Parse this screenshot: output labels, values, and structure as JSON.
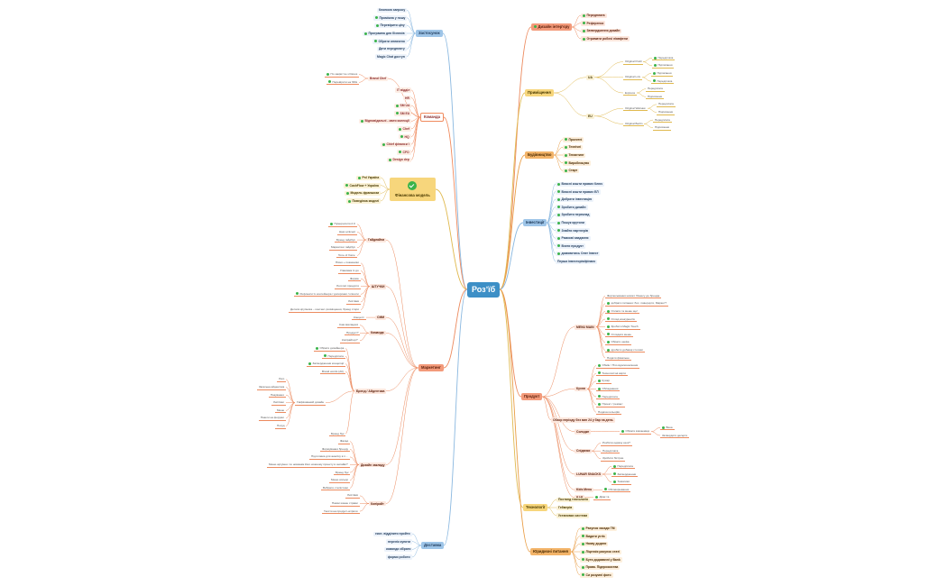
{
  "root": {
    "label": "Розʼїб"
  },
  "colors": {
    "root_bg": "#3d8fc6",
    "root_text": "#ffffff",
    "check": "#3bb34a"
  },
  "branches": [
    {
      "label": "Застосунок",
      "side": "left",
      "style": {
        "bg": "#9ec5e8",
        "line": "#8ab8e0",
        "text": "#1f3a5a",
        "sub": "#edf3fb"
      },
      "children": [
        {
          "label": "Кнопкою запросу"
        },
        {
          "label": "Проміжна у пошу",
          "check": true
        },
        {
          "label": "Перевірити ціну",
          "check": true
        },
        {
          "label": "Програмна для бізнесів",
          "check": true
        },
        {
          "label": "Обрати оплачено",
          "check": true
        },
        {
          "label": "Дати передплату"
        },
        {
          "label": "Magic Chat доступ"
        }
      ]
    },
    {
      "label": "Команда",
      "side": "left",
      "style": {
        "bg": "#ffffff",
        "line": "#f08a5d",
        "text": "#8b2a2a",
        "sub": "#fdeee5"
      },
      "children": [
        {
          "label": "Brand Chef",
          "children": [
            {
              "label": "По закриттю з Davos",
              "check": true
            },
            {
              "label": "Перевірити на SMs",
              "check": true
            }
          ]
        },
        {
          "label": "IT відділ"
        },
        {
          "label": "HR"
        },
        {
          "label": "SM UA",
          "check": true
        },
        {
          "label": "SM EU",
          "check": true
        },
        {
          "label": "Відповідальні - мати колекції",
          "check": true
        },
        {
          "label": "Chef",
          "check": true
        },
        {
          "label": "HQ",
          "check": true
        },
        {
          "label": "Chief фінанси ї",
          "check": true
        },
        {
          "label": "CFO",
          "check": true
        },
        {
          "label": "Design dep",
          "check": true
        }
      ]
    },
    {
      "label": "Фінансова модель",
      "side": "left",
      "style": {
        "bg": "#f7d67c",
        "line": "#e0b94f",
        "text": "#4a3a00",
        "sub": "#fbf2d6"
      },
      "icon": true,
      "children": [
        {
          "label": "Pnl Україна",
          "check": true
        },
        {
          "label": "CashFlow + Україна",
          "check": true
        },
        {
          "label": "Модель франшизи",
          "check": true
        },
        {
          "label": "Поведінка моделі",
          "check": true
        }
      ]
    },
    {
      "label": "Маркетинг",
      "side": "left",
      "style": {
        "bg": "#f39a7a",
        "line": "#ec8a5e",
        "text": "#5a1e0a",
        "sub": "#fde7dd"
      },
      "children": [
        {
          "label": "Гайдлайни",
          "children": [
            {
              "label": "Нумерологія 2.0",
              "check": true
            },
            {
              "label": "Ціни цілісної"
            },
            {
              "label": "Бренд гайдбук"
            },
            {
              "label": "Маркетинг гайдбук"
            },
            {
              "label": "Tone of Voice"
            }
          ]
        },
        {
          "label": "ШТУЧКИ",
          "children": [
            {
              "label": "Пісня + показники"
            },
            {
              "label": "Упаковка їх до"
            },
            {
              "label": "Форма"
            },
            {
              "label": "Логотип продукти"
            },
            {
              "label": "Рефлекси їх контейнера / допорожні / клієнти",
              "check": true
            },
            {
              "label": "Листівки"
            },
            {
              "label": "Детали крупника – контент-розміщення, бренд стори"
            }
          ]
        },
        {
          "label": "CMM",
          "children": [
            {
              "label": "Концепт"
            }
          ]
        },
        {
          "label": "Команда",
          "children": [
            {
              "label": "Сам викладачі"
            },
            {
              "label": "Продукт?"
            },
            {
              "label": "Копірайтер?"
            }
          ]
        },
        {
          "label": "Бренд / Айдентика",
          "children": [
            {
              "label": "Обрати дизайнера",
              "check": true
            },
            {
              "label": "Передплата",
              "check": true
            },
            {
              "label": "Затвердження концепції",
              "check": true
            },
            {
              "label": "Brand words (All)"
            },
            {
              "label": "Уніфікований дизайн",
              "children": [
                {
                  "label": "Лого"
                },
                {
                  "label": "Загальна айдентика"
                },
                {
                  "label": "Пакування"
                },
                {
                  "label": "Листівки"
                },
                {
                  "label": "Меню"
                },
                {
                  "label": "Пакети на форуми"
                },
                {
                  "label": "Посуд"
                }
              ]
            },
            {
              "label": "Бренд бук"
            }
          ]
        },
        {
          "label": "Дизайн закладу",
          "children": [
            {
              "label": "Фасад"
            },
            {
              "label": "Формування бренду"
            },
            {
              "label": "Підготовка для аналізу в п..."
            },
            {
              "label": "Меню аргумен: по новинам його кожному проекту в онлайні?"
            },
            {
              "label": "Бренд бук"
            },
            {
              "label": "Меню кольор"
            },
            {
              "label": "Вибрати стилістики"
            }
          ]
        },
        {
          "label": "Копірайт",
          "children": [
            {
              "label": "Листівки"
            },
            {
              "label": "Назви кожен страви"
            },
            {
              "label": "Тексти на продукт-штрихи"
            }
          ]
        }
      ]
    },
    {
      "label": "Доставка",
      "side": "left",
      "style": {
        "bg": "#9ec5e8",
        "line": "#8ab8e0",
        "text": "#1f3a5a",
        "sub": "#edf3fb"
      },
      "children": [
        {
          "label": "експ. відділити пройти"
        },
        {
          "label": "перелік купити"
        },
        {
          "label": "команда зібрати"
        },
        {
          "label": "форми роботи"
        }
      ]
    },
    {
      "label": "Дизайн інтер'єру",
      "side": "right",
      "style": {
        "bg": "#f39a7a",
        "line": "#ec8a5e",
        "text": "#5a1e0a",
        "sub": "#fde7dd"
      },
      "check": true,
      "children": [
        {
          "label": "Передплата",
          "check": true
        },
        {
          "label": "Референси",
          "check": true
        },
        {
          "label": "Затвердження дизайн",
          "check": true
        },
        {
          "label": "Отримати робочі ніавфени",
          "check": true
        }
      ]
    },
    {
      "label": "Приміщення",
      "side": "right",
      "style": {
        "bg": "#f7d67c",
        "line": "#e0b94f",
        "text": "#4a3a00",
        "sub": "#fbf2d6"
      },
      "children": [
        {
          "label": "UA",
          "children": [
            {
              "label": "Original Podil",
              "children": [
                {
                  "label": "Передплата",
                  "check": true
                },
                {
                  "label": "Підписання",
                  "check": true
                }
              ]
            },
            {
              "label": "Original Lviv",
              "children": [
                {
                  "label": "Підписання",
                  "check": true
                },
                {
                  "label": "Передплата",
                  "check": true
                }
              ]
            },
            {
              "label": "Express",
              "children": [
                {
                  "label": "Передплата"
                },
                {
                  "label": "Підписання"
                }
              ]
            }
          ]
        },
        {
          "label": "EU",
          "children": [
            {
              "label": "Original Warsaw",
              "children": [
                {
                  "label": "Передплата"
                },
                {
                  "label": "Підписання"
                }
              ]
            },
            {
              "label": "Original Berlin",
              "children": [
                {
                  "label": "Передплата"
                },
                {
                  "label": "Підписання"
                }
              ]
            }
          ]
        }
      ]
    },
    {
      "label": "Будівництво",
      "side": "right",
      "style": {
        "bg": "#f3b469",
        "line": "#e99d45",
        "text": "#4a2a00",
        "sub": "#fdefdc"
      },
      "children": [
        {
          "label": "Проектні",
          "check": true
        },
        {
          "label": "Технічні",
          "check": true
        },
        {
          "label": "Тенантинг",
          "check": true
        },
        {
          "label": "Виробництво",
          "check": true
        },
        {
          "label": "Старт",
          "check": true
        }
      ]
    },
    {
      "label": "Інвестиції",
      "side": "right",
      "style": {
        "bg": "#9ec5e8",
        "line": "#8ab8e0",
        "text": "#1f3a5a",
        "sub": "#edf3fb"
      },
      "children": [
        {
          "label": "Власні кошти правих Ключ",
          "check": true
        },
        {
          "label": "Власні кошти правих ЕЛ",
          "check": true
        },
        {
          "label": "Добрати інвестицію",
          "check": true
        },
        {
          "label": "Зробити дизайн",
          "check": true
        },
        {
          "label": "Зробити переклад",
          "check": true
        },
        {
          "label": "Пошук крутили",
          "check": true
        },
        {
          "label": "Знайти партнерів",
          "check": true
        },
        {
          "label": "Рамкові завдання",
          "check": true
        },
        {
          "label": "Взяти продукт",
          "check": true
        },
        {
          "label": "домовитись Олег Інвест",
          "check": true
        },
        {
          "label": "Перша інвесторів/фінанс"
        }
      ]
    },
    {
      "label": "Продукт",
      "side": "right",
      "style": {
        "bg": "#f39a7a",
        "line": "#ec8a5e",
        "text": "#5a1e0a",
        "sub": "#fde7dd"
      },
      "children": [
        {
          "label": "MENU MAIN",
          "children": [
            {
              "label": "Фергюсьвання нового бізнесу до бренда"
            },
            {
              "label": "добрати питання: бос, повернути, Маркет?",
              "check": true
            },
            {
              "label": "Оплати та меню ще!",
              "check": true
            },
            {
              "label": "Огляд конкурентів",
              "check": true
            },
            {
              "label": "Зробити Magic Touch",
              "check": true
            },
            {
              "label": "Оглядати меню",
              "check": true
            },
            {
              "label": "Обрати шефа",
              "check": true
            },
            {
              "label": "дробити добавці столові",
              "check": true
            },
            {
              "label": "Подати фінальне"
            }
          ]
        },
        {
          "label": "Кухня",
          "children": [
            {
              "label": "Обмін / Пло вдосконалення",
              "check": true
            },
            {
              "label": "Технологічні карти",
              "check": true
            },
            {
              "label": "Кухар",
              "check": true
            },
            {
              "label": "Обладнання",
              "check": true
            },
            {
              "label": "Передплата",
              "check": true
            },
            {
              "label": "Проект / ремонт",
              "check": true
            },
            {
              "label": "Подача кольорів"
            }
          ]
        },
        {
          "label": "Обзор періоду без вин 24 у бар на день"
        },
        {
          "label": "Солодке",
          "children": [
            {
              "label": "Обрати виконавця",
              "check": true,
              "children": [
                {
                  "label": "Вина",
                  "check": true
                },
                {
                  "label": "Затвердити десерти"
                }
              ]
            }
          ]
        },
        {
          "label": "Сніданки",
          "children": [
            {
              "label": "Розбити одразу на в?"
            },
            {
              "label": "Передплата"
            },
            {
              "label": "Зробити бістрие"
            }
          ]
        },
        {
          "label": "LUNAR SNACKS",
          "children": [
            {
              "label": "Передплата",
              "check": true
            },
            {
              "label": "Затвердження",
              "check": true
            },
            {
              "label": "Тематики",
              "check": true
            }
          ]
        },
        {
          "label": "Kids Menu",
          "children": [
            {
              "label": "Обговорювання",
              "check": true
            }
          ]
        },
        {
          "label": "BAR",
          "children": [
            {
              "label": "Драк та",
              "check": true
            }
          ]
        }
      ]
    },
    {
      "label": "Технології",
      "side": "right",
      "style": {
        "bg": "#f7d67c",
        "line": "#e0b94f",
        "text": "#4a3a00",
        "sub": "#fbf2d6"
      },
      "children": [
        {
          "label": "Постанд технологія"
        },
        {
          "label": "Геймерів"
        },
        {
          "label": "Установки системи"
        }
      ]
    },
    {
      "label": "Юридичні питання",
      "side": "right",
      "style": {
        "bg": "#f3b469",
        "line": "#e99d45",
        "text": "#4a2a00",
        "sub": "#fdefdc"
      },
      "children": [
        {
          "label": "Рахунок засади ТМ",
          "check": true
        },
        {
          "label": "Видати устіє",
          "check": true
        },
        {
          "label": "Назву додати",
          "check": true
        },
        {
          "label": "Ліцензія рахунок статі",
          "check": true
        },
        {
          "label": "Бути додаванні у Bank",
          "check": true
        },
        {
          "label": "Права. Підприємства",
          "check": true
        },
        {
          "label": "Си розумні фото",
          "check": true
        }
      ]
    }
  ]
}
